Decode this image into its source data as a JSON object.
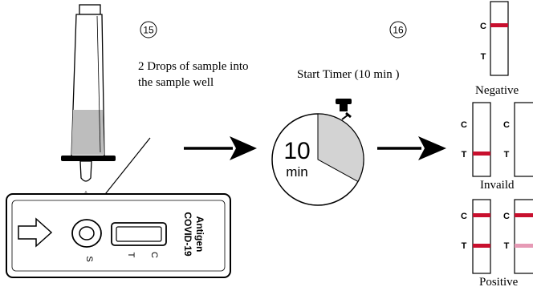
{
  "steps": {
    "step15": {
      "number": "15",
      "instruction_line1": "2 Drops of sample into",
      "instruction_line2": "the sample well"
    },
    "step16": {
      "number": "16",
      "instruction": "Start Timer (10 min )"
    }
  },
  "timer": {
    "value": "10",
    "unit": "min",
    "elapsed_fraction": 0.33
  },
  "cassette": {
    "label_line1": "COVID-19",
    "label_line2": "Antigen",
    "well_label": "S",
    "test_label": "T",
    "control_label": "C"
  },
  "results": {
    "negative": {
      "label": "Negative",
      "c": "C",
      "t": "T"
    },
    "invalid": {
      "label": "Invaild",
      "c1": "C",
      "t1": "T",
      "c2": "C",
      "t2": "T"
    },
    "positive": {
      "label": "Positive",
      "c1": "C",
      "t1": "T",
      "c2": "C",
      "t2": "T"
    }
  },
  "colors": {
    "line_red": "#c8102e",
    "line_faint": "#e69ab5",
    "sample_gray": "#bdbdbd",
    "timer_gray": "#d3d3d3",
    "ink": "#000000"
  }
}
